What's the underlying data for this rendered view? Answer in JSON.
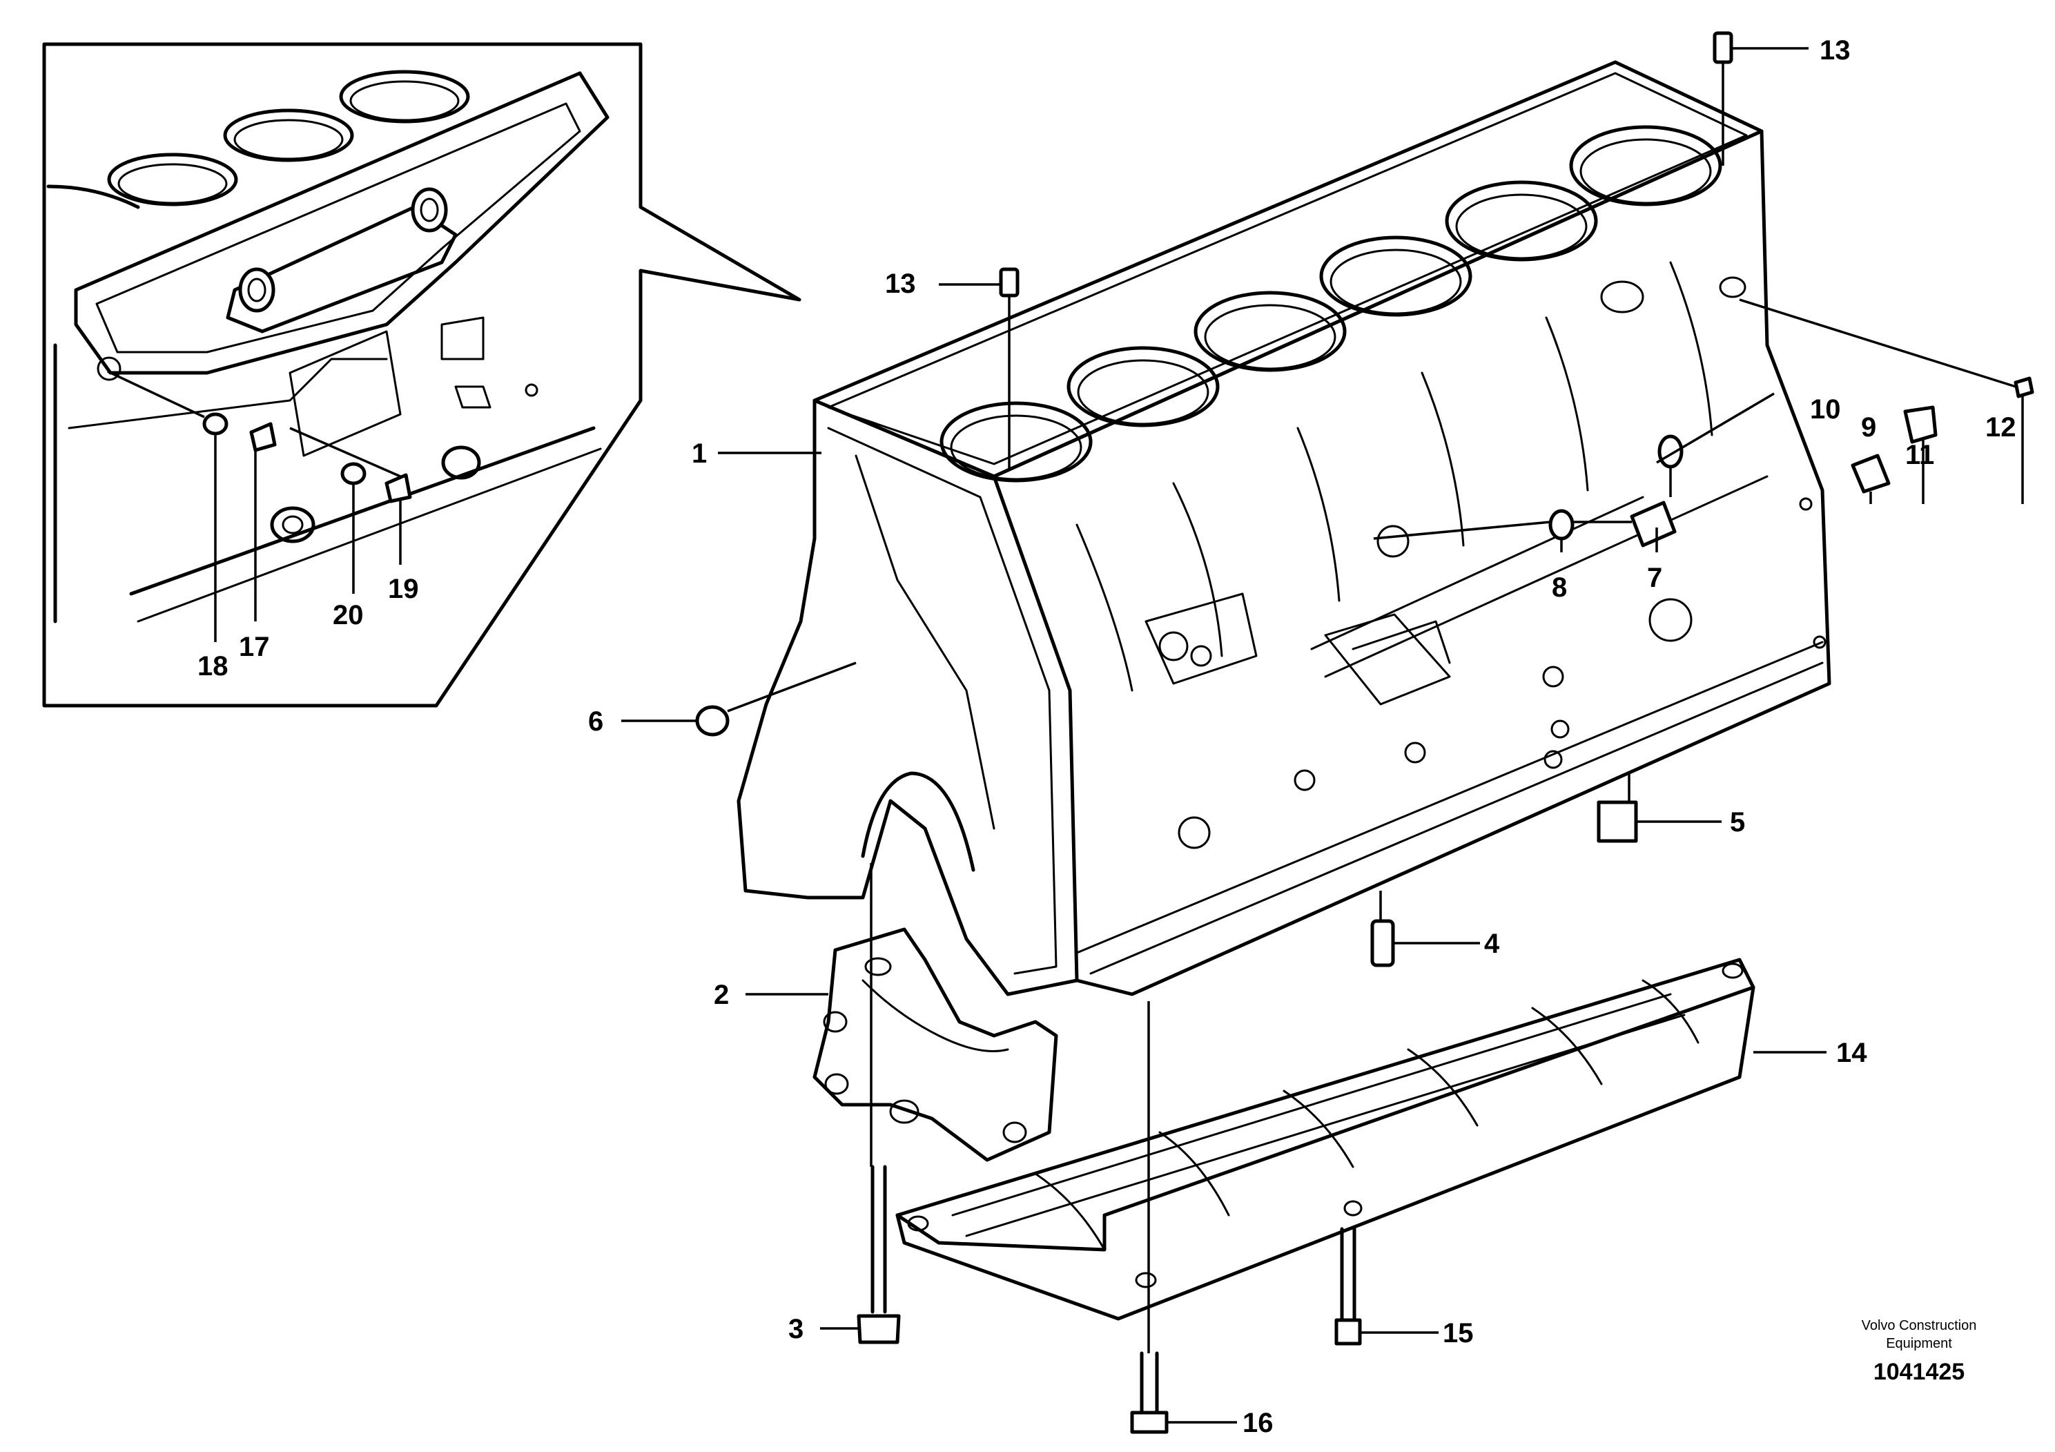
{
  "callouts": {
    "c1": "1",
    "c2": "2",
    "c3": "3",
    "c4": "4",
    "c5": "5",
    "c6": "6",
    "c7": "7",
    "c8": "8",
    "c9": "9",
    "c10": "10",
    "c11": "11",
    "c12": "12",
    "c13a": "13",
    "c13b": "13",
    "c14": "14",
    "c15": "15",
    "c16": "16",
    "c17": "17",
    "c18": "18",
    "c19": "19",
    "c20": "20"
  },
  "footer": {
    "brand_line1": "Volvo Construction",
    "brand_line2": "Equipment",
    "doc_number": "1041425"
  }
}
